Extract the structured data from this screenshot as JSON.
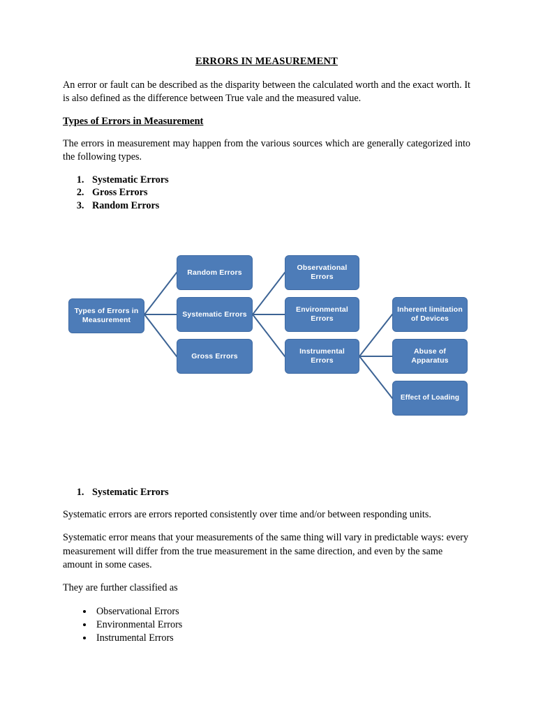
{
  "document": {
    "title": "ERRORS IN MEASUREMENT",
    "intro_paragraph": "An error or fault can be described as the disparity between the calculated worth and the exact worth. It is also defined as the difference between True vale and the measured value.",
    "types_heading": "Types of Errors in Measurement",
    "types_paragraph": "The errors in measurement may happen from the various sources which are generally categorized into the following types.",
    "types_list": [
      "Systematic Errors",
      "Gross Errors",
      "Random Errors"
    ]
  },
  "diagram": {
    "box_fill_color": "#4d7cb8",
    "box_border_color": "#3f6ba4",
    "connector_color": "#3c6394",
    "text_color": "#ffffff",
    "nodes": {
      "root": "Types of Errors in Measurement",
      "level1": [
        "Random Errors",
        "Systematic Errors",
        "Gross Errors"
      ],
      "level2": [
        "Observational Errors",
        "Environmental Errors",
        "Instrumental Errors"
      ],
      "level3": [
        "Inherent limitation of Devices",
        "Abuse of Apparatus",
        "Effect of Loading"
      ]
    }
  },
  "section": {
    "heading_number": "1.",
    "heading": "Systematic Errors",
    "paragraph_1": "Systematic errors are errors reported consistently over time and/or between responding units.",
    "paragraph_2": "Systematic error means that your measurements of the same thing will vary in predictable ways: every measurement will differ from the true measurement in the same direction, and even by the same amount in some cases.",
    "paragraph_3": "They are further classified as",
    "bullets": [
      "Observational Errors",
      "Environmental Errors",
      "Instrumental Errors"
    ]
  }
}
